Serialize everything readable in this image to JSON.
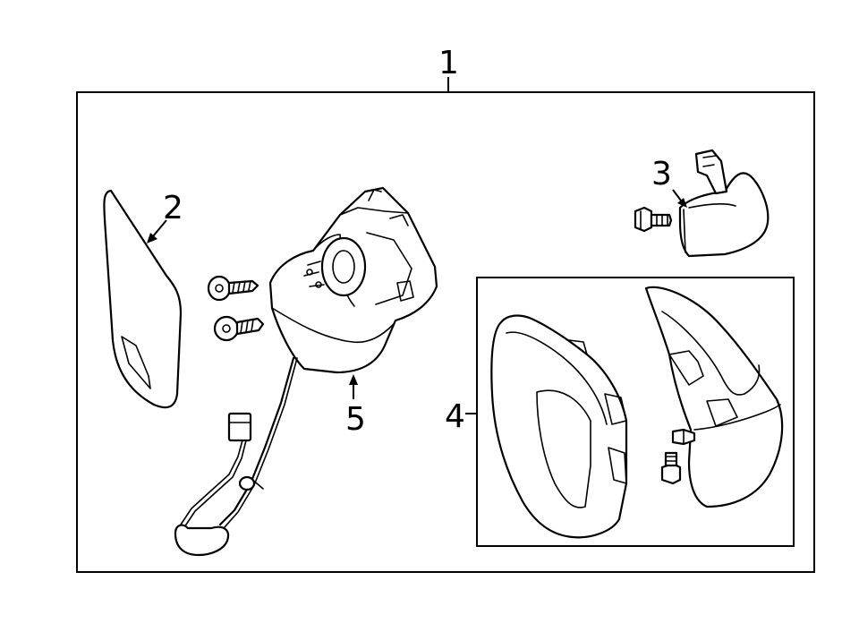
{
  "callouts": {
    "assembly": "1",
    "mirror_glass": "2",
    "turn_signal_lamp": "3",
    "cover_set": "4",
    "actuator": "5"
  }
}
